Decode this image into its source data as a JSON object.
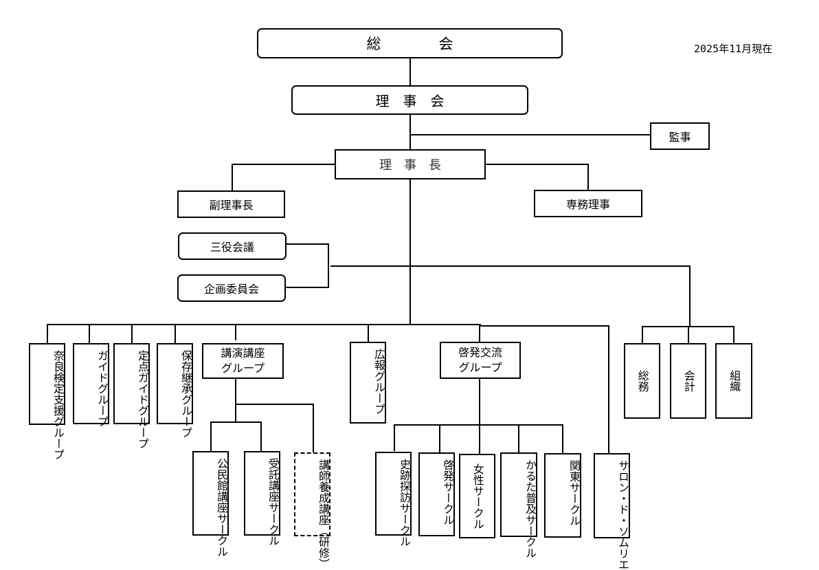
{
  "date_note": "2025年11月現在",
  "top": {
    "general_assembly": "総　　　　会",
    "board": "理　事　会",
    "auditor": "監事",
    "chairman": "理　事　長",
    "vice_chairman": "副理事長",
    "executive_director": "専務理事",
    "three_officers_meeting": "三役会議",
    "planning_committee": "企画委員会"
  },
  "groups": [
    {
      "line1": "奈良検定支援",
      "line2": "グループ"
    },
    {
      "line1": "ガイド",
      "line2": "グループ"
    },
    {
      "line1": "定点ガイド",
      "line2": "グループ"
    },
    {
      "line1": "保存継承",
      "line2": "グループ"
    },
    {
      "line1": "講演講座",
      "line2": "グループ"
    },
    {
      "line1": "広報",
      "line2": "グループ"
    },
    {
      "line1": "啓発交流",
      "line2": "グループ"
    },
    {
      "line1": "サロン・ド・",
      "line2": "ソムリエ"
    }
  ],
  "lecture_circles": [
    {
      "line1": "公民館講座",
      "line2": "サークル"
    },
    {
      "line1": "受託講座",
      "line2": "サークル"
    },
    {
      "line1": "講師養成講座",
      "line2": "（研修）",
      "dashed": true
    }
  ],
  "exchange_circles": [
    {
      "line1": "史跡探訪",
      "line2": "サークル"
    },
    {
      "line1": "啓発",
      "line2": "サークル"
    },
    {
      "line1": "女性サークル",
      "line2": ""
    },
    {
      "line1": "かるた普及",
      "line2": "サークル"
    },
    {
      "line1": "関東",
      "line2": "サークル"
    }
  ],
  "admin": [
    {
      "label": "総務"
    },
    {
      "label": "会計"
    },
    {
      "label": "組織"
    }
  ]
}
